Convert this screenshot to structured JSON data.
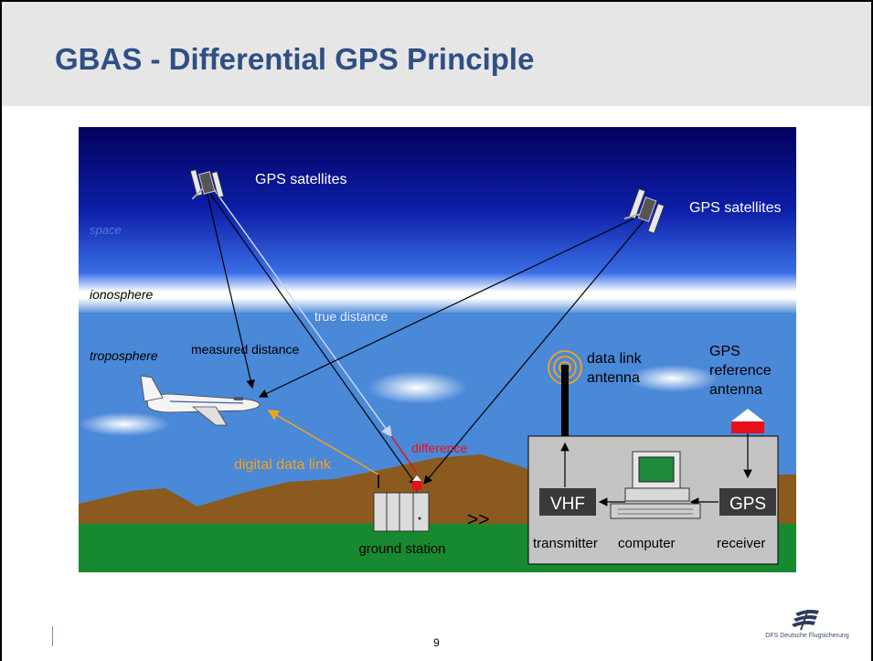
{
  "slide": {
    "title": "GBAS - Differential GPS Principle",
    "page_number": "9",
    "logo_text": "DFS Deutsche Flugsicherung"
  },
  "diagram": {
    "labels": {
      "satellite_left": "GPS satellites",
      "satellite_right": "GPS satellites",
      "space": "space",
      "ionosphere": "ionosphere",
      "troposphere": "troposphere",
      "true_distance": "true distance",
      "measured_distance": "measured  distance",
      "difference": "difference",
      "digital_data_link": "digital data link",
      "data_link_antenna_1": "data link",
      "data_link_antenna_2": "antenna",
      "gps_ref_1": "GPS",
      "gps_ref_2": "reference",
      "gps_ref_3": "antenna",
      "vhf": "VHF",
      "gps_box": "GPS",
      "ground_station": "ground station",
      "arrows": ">>",
      "transmitter": "transmitter",
      "computer": "computer",
      "receiver": "receiver"
    },
    "colors": {
      "space_top": "#04006b",
      "space_bottom": "#2a5be0",
      "ionosphere": "#ffffff",
      "troposphere": "#4a88d8",
      "ground": "#178a2f",
      "mountains": "#8a5a1e",
      "equipment_box": "#c4c4c4",
      "digital_link": "#f5a31a",
      "difference": "#e8101a",
      "true_distance": "#c8d6f0"
    }
  }
}
